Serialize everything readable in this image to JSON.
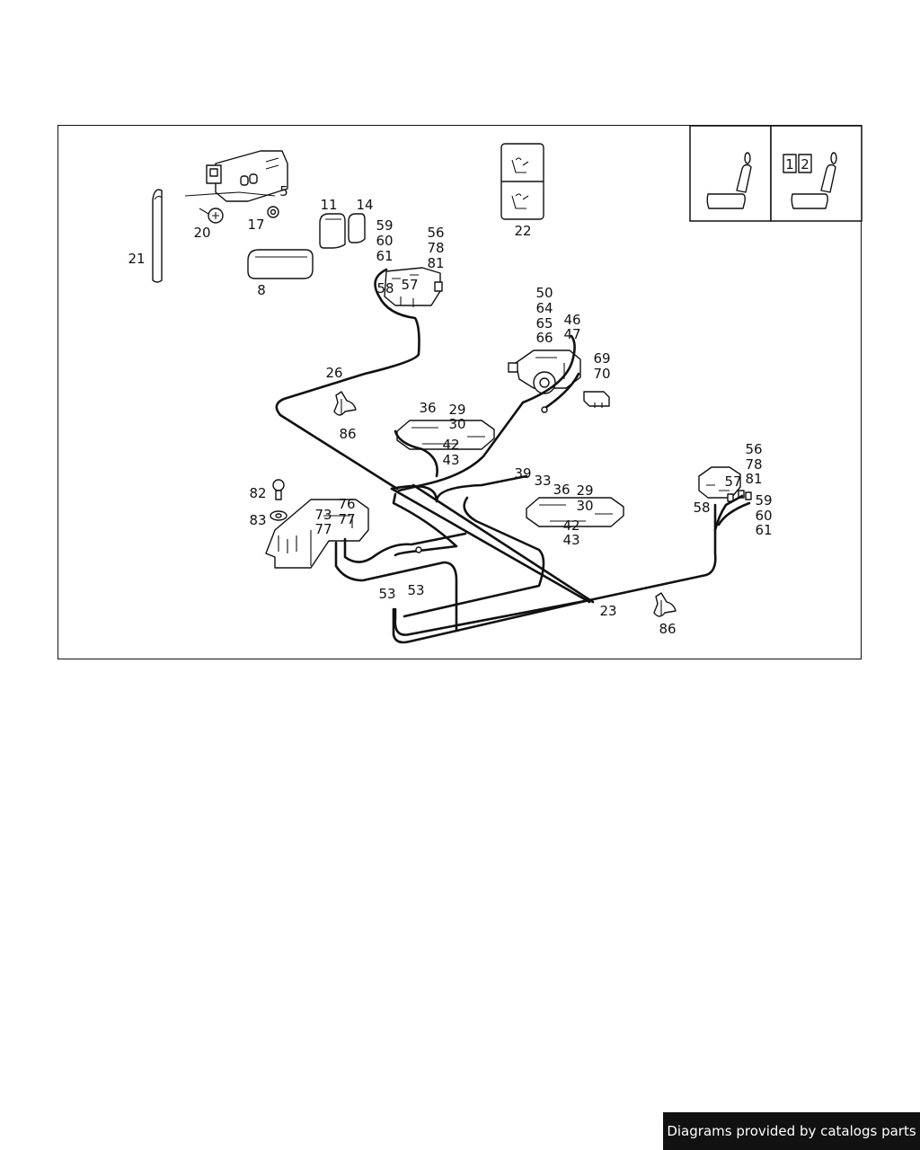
{
  "diagram": {
    "callouts": {
      "c5": "5",
      "c17": "17",
      "c20": "20",
      "c21": "21",
      "c8": "8",
      "c11": "11",
      "c14": "14",
      "c22": "22",
      "c59a": "59",
      "c60a": "60",
      "c61a": "61",
      "c56a": "56",
      "c78a": "78",
      "c81a": "81",
      "c58a": "58",
      "c57a": "57",
      "c26": "26",
      "c86a": "86",
      "c50": "50",
      "c64": "64",
      "c65": "65",
      "c66": "66",
      "c46": "46",
      "c47": "47",
      "c69": "69",
      "c70": "70",
      "c36a": "36",
      "c29a": "29",
      "c30a": "30",
      "c42a": "42",
      "c43a": "43",
      "c82": "82",
      "c83": "83",
      "c73": "73",
      "c76": "76",
      "c77a": "77",
      "c77b": "77",
      "c39": "39",
      "c33": "33",
      "c36b": "36",
      "c29b": "29",
      "c30b": "30",
      "c42b": "42",
      "c43b": "43",
      "c56b": "56",
      "c78b": "78",
      "c81b": "81",
      "c57b": "57",
      "c58b": "58",
      "c59b": "59",
      "c60b": "60",
      "c61b": "61",
      "c53a": "53",
      "c53b": "53",
      "c23": "23",
      "c86b": "86"
    },
    "seat_box_digits": [
      "1",
      "2"
    ]
  },
  "footer": {
    "text": "Diagrams provided by catalogs parts",
    "bg": "#111111",
    "fg": "#ffffff"
  }
}
